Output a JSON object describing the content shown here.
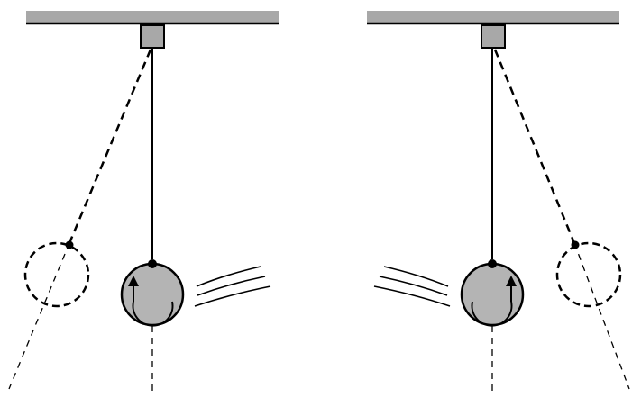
{
  "diagram": {
    "panels": [
      {
        "id": "left",
        "rotation": "clockwise",
        "swing": "to-right"
      },
      {
        "id": "right",
        "rotation": "counterclockwise",
        "swing": "to-left"
      }
    ],
    "colors": {
      "ceiling": "#a8a8a8",
      "bob_fill": "#b4b4b4",
      "line": "#000000",
      "ghost_fill": "#ffffff"
    }
  }
}
